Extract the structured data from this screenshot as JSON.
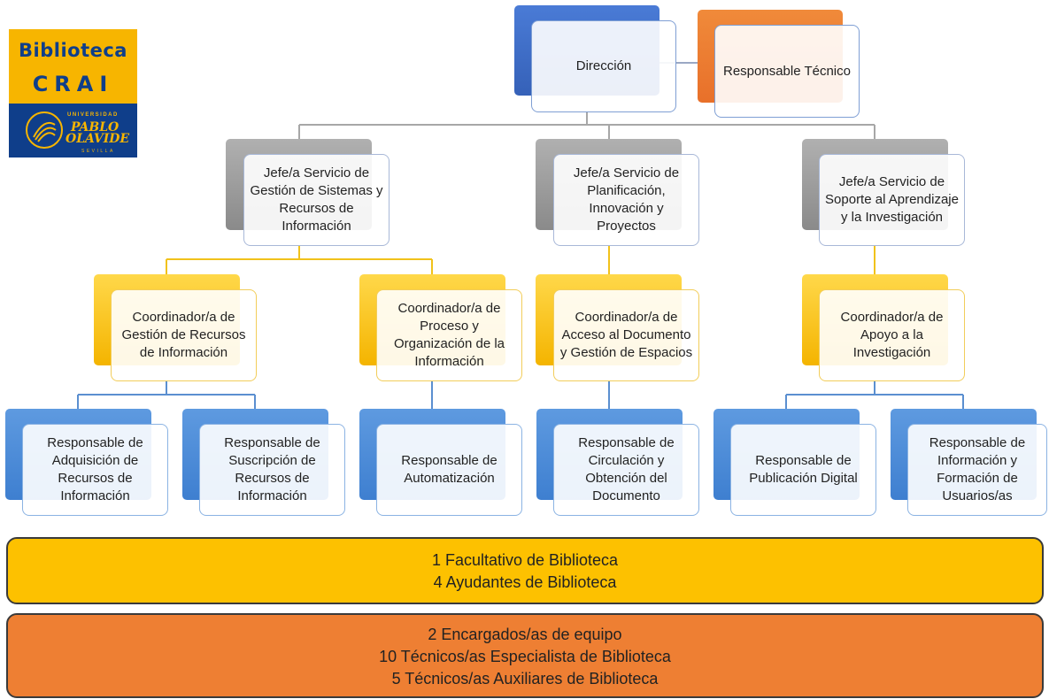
{
  "logo": {
    "line1": "Biblioteca",
    "line2": "CRAI",
    "university_label": "UNIVERSIDAD",
    "university_name_1": "PABLO",
    "university_name_2": "OLAVIDE",
    "city": "SEVILLA"
  },
  "org": {
    "direccion": "Dirección",
    "responsable_tecnico": "Responsable Técnico",
    "jefes": [
      "Jefe/a Servicio de Gestión de Sistemas y Recursos de Información",
      "Jefe/a Servicio de Planificación, Innovación y Proyectos",
      "Jefe/a Servicio de Soporte al Aprendizaje y la Investigación"
    ],
    "coordinadores": [
      "Coordinador/a de Gestión de Recursos de Información",
      "Coordinador/a de Proceso y Organización de la Información",
      "Coordinador/a de Acceso al Documento y Gestión de Espacios",
      "Coordinador/a de Apoyo a la Investigación"
    ],
    "responsables": [
      "Responsable de Adquisición de Recursos de Información",
      "Responsable de Suscripción de Recursos de Información",
      "Responsable de Automatización",
      "Responsable de Circulación y Obtención del Documento",
      "Responsable de Publicación Digital",
      "Responsable de Información y Formación de Usuarios/as"
    ]
  },
  "staff": {
    "group1": [
      "1 Facultativo de Biblioteca",
      "4 Ayudantes de Biblioteca"
    ],
    "group2": [
      "2 Encargados/as de equipo",
      "10 Técnicos/as Especialista de Biblioteca",
      "5 Técnicos/as Auxiliares de Biblioteca"
    ]
  },
  "colors": {
    "direccion": "#3d6ccb",
    "responsable_tecnico": "#ec7a2d",
    "jefe": "#9e9e9e",
    "coordinador": "#f4b400",
    "responsable": "#4a8bd8",
    "bar_yellow": "#fdc100",
    "bar_orange": "#ee7f33"
  }
}
